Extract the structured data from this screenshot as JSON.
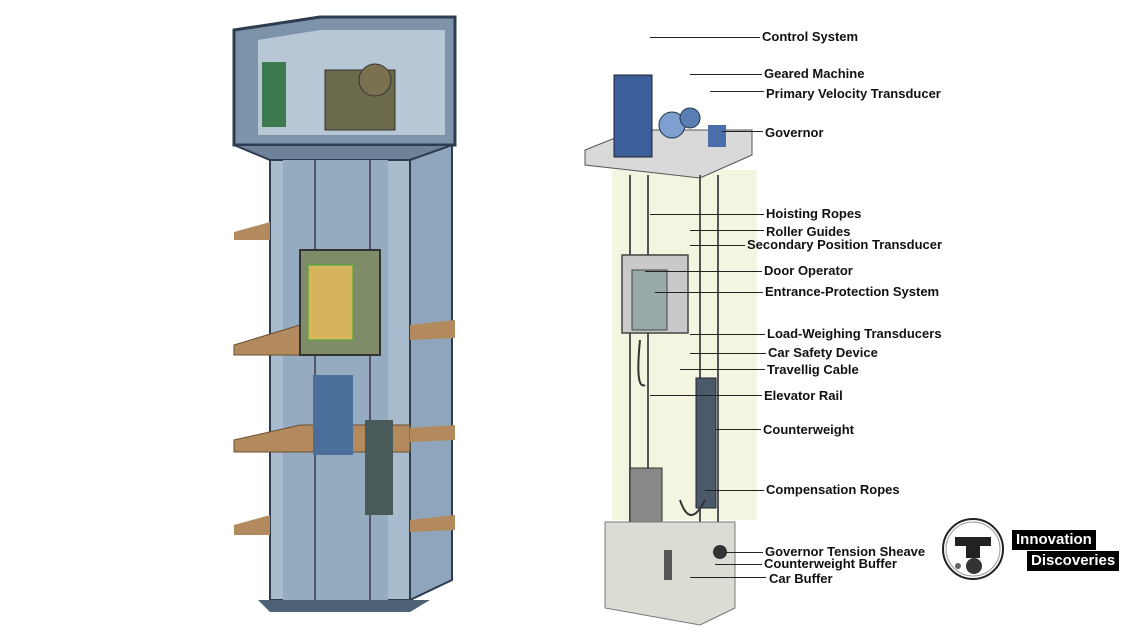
{
  "labels": {
    "control_system": "Control System",
    "geared_machine": "Geared Machine",
    "primary_velocity_transducer": "Primary Velocity Transducer",
    "governor": "Governor",
    "hoisting_ropes": "Hoisting Ropes",
    "roller_guides": "Roller Guides",
    "secondary_position_transducer": "Secondary Position Transducer",
    "door_operator": "Door Operator",
    "entrance_protection_system": "Entrance-Protection System",
    "load_weighing_transducers": "Load-Weighing Transducers",
    "car_safety_device": "Car Safety Device",
    "travelling_cable": "Travellig Cable",
    "elevator_rail": "Elevator Rail",
    "counterweight": "Counterweight",
    "compensation_ropes": "Compensation Ropes",
    "governor_tension_sheave": "Governor Tension Sheave",
    "counterweight_buffer": "Counterweight Buffer",
    "car_buffer": "Car Buffer"
  },
  "brand": {
    "line1": "Innovation",
    "line2": "Discoveries"
  },
  "colors": {
    "shaft_blue": "#9fb4c8",
    "floor_wood": "#b38a5e",
    "machine_blue": "#3c5f9c"
  }
}
